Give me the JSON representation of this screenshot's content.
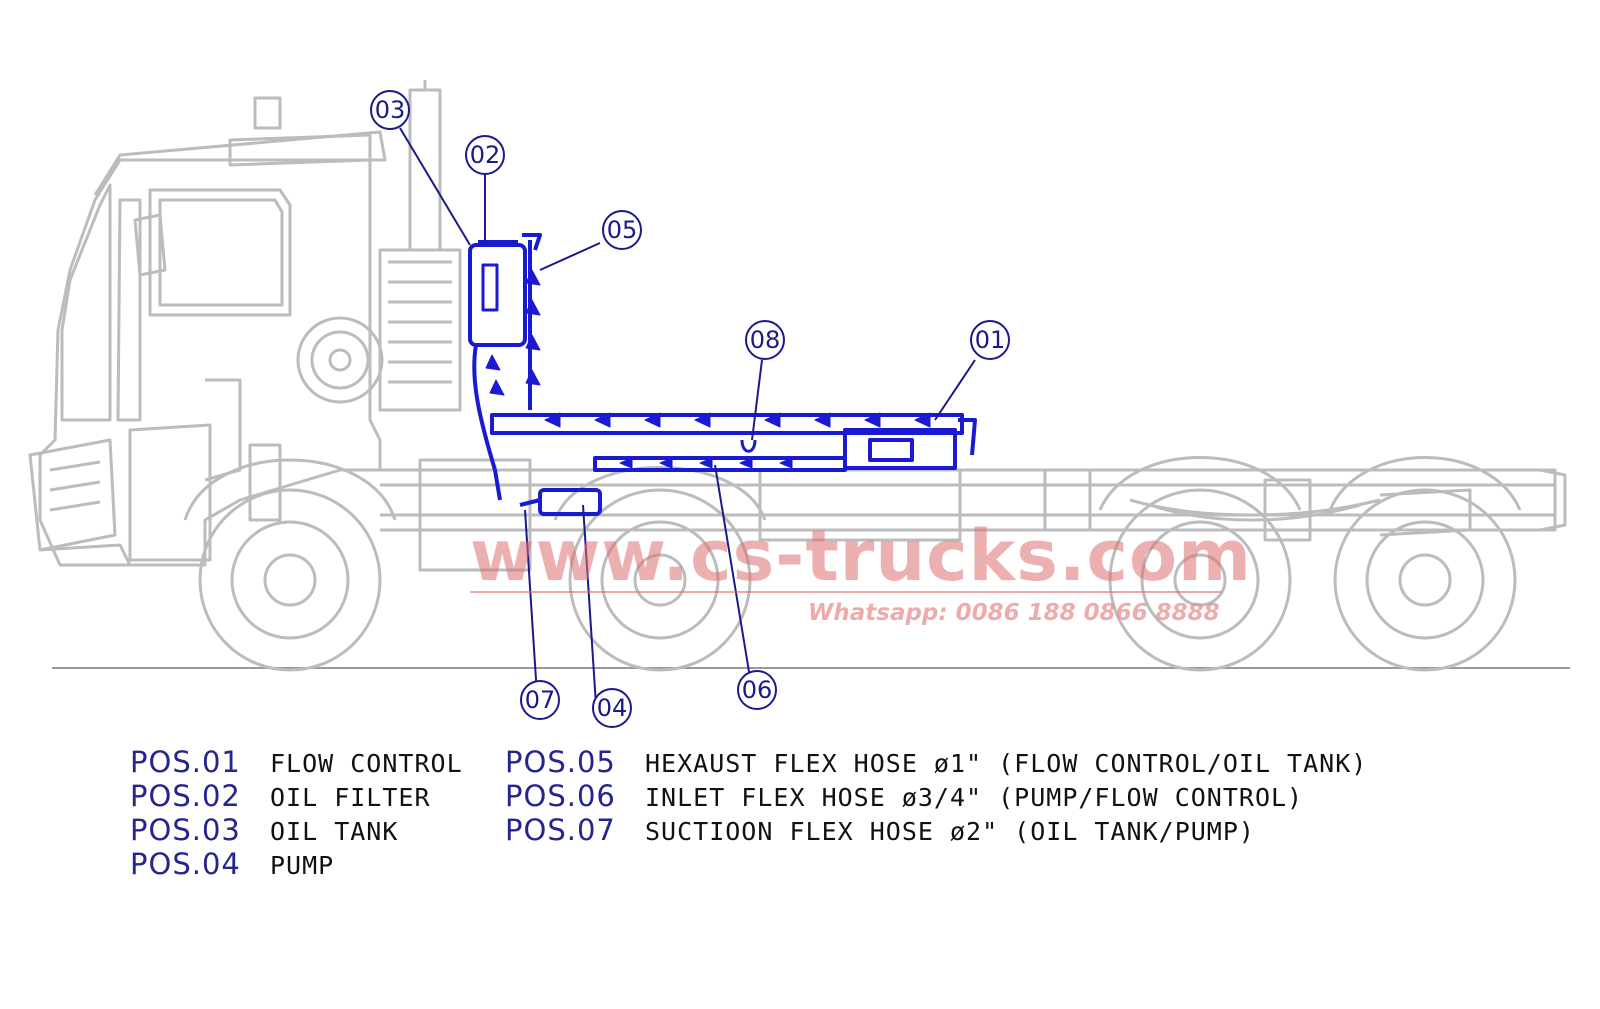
{
  "callouts": [
    {
      "id": "c01",
      "label": "01"
    },
    {
      "id": "c02",
      "label": "02"
    },
    {
      "id": "c03",
      "label": "03"
    },
    {
      "id": "c04",
      "label": "04"
    },
    {
      "id": "c05",
      "label": "05"
    },
    {
      "id": "c06",
      "label": "06"
    },
    {
      "id": "c07",
      "label": "07"
    },
    {
      "id": "c08",
      "label": "08"
    }
  ],
  "legend": {
    "items": [
      {
        "code": "POS.01",
        "desc": "FLOW CONTROL"
      },
      {
        "code": "POS.02",
        "desc": "OIL FILTER"
      },
      {
        "code": "POS.03",
        "desc": "OIL TANK"
      },
      {
        "code": "POS.04",
        "desc": "PUMP"
      },
      {
        "code": "POS.05",
        "desc": "HEXAUST FLEX HOSE ø1\" (FLOW CONTROL/OIL TANK)"
      },
      {
        "code": "POS.06",
        "desc": "INLET FLEX HOSE ø3/4\" (PUMP/FLOW CONTROL)"
      },
      {
        "code": "POS.07",
        "desc": "SUCTIOON FLEX HOSE ø2\" (OIL TANK/PUMP)"
      }
    ]
  },
  "watermark": {
    "site": "www.cs-trucks.com",
    "whatsapp": "Whatsapp: 0086 188 0866 8888"
  },
  "colors": {
    "hydraulic": "#1a1ad0",
    "truck": "#b8b8b8",
    "callout": "#1a1a8c",
    "legend_code": "#25258f",
    "watermark": "#e07070"
  }
}
